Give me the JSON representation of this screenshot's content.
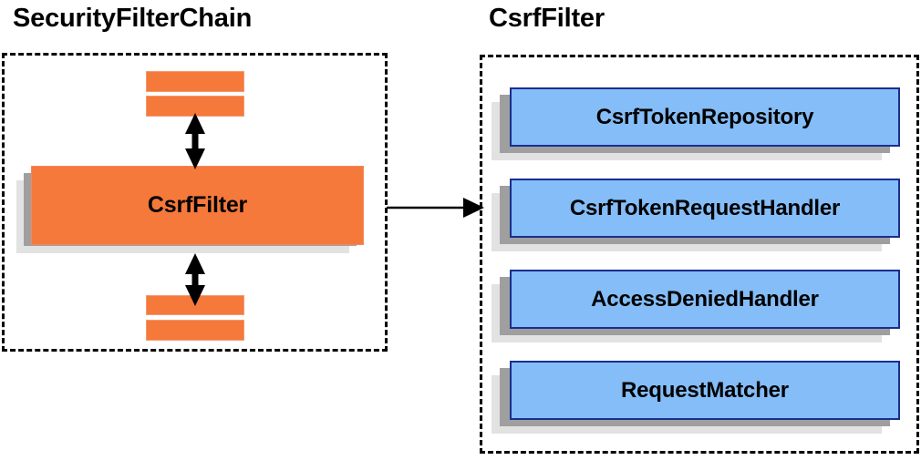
{
  "diagram": {
    "title_left": "SecurityFilterChain",
    "title_right": "CsrfFilter",
    "colors": {
      "orange_fill": "#F4793B",
      "orange_border": "#F08A5B",
      "blue_fill": "#84BDF7",
      "blue_border": "#1A2E8F",
      "shadow_mid": "#9F9F9F",
      "shadow_light": "#E2E2E2",
      "line": "#000000",
      "background": "#FFFFFF"
    },
    "left_panel": {
      "label": "SecurityFilterChain",
      "container": "dashed-rectangle",
      "filter_box": {
        "label": "CsrfFilter"
      },
      "chain_bars_top": [
        "",
        ""
      ],
      "chain_bars_bottom": [
        "",
        ""
      ],
      "arrow_up_down_top": "double-headed-vertical-arrow",
      "arrow_up_down_bottom": "double-headed-vertical-arrow"
    },
    "connector": {
      "type": "single-headed-horizontal-arrow",
      "from": "CsrfFilter",
      "to": "CsrfFilter detail panel"
    },
    "right_panel": {
      "label": "CsrfFilter",
      "container": "dashed-rectangle",
      "collaborators": [
        {
          "label": "CsrfTokenRepository"
        },
        {
          "label": "CsrfTokenRequestHandler"
        },
        {
          "label": "AccessDeniedHandler"
        },
        {
          "label": "RequestMatcher"
        }
      ]
    }
  }
}
